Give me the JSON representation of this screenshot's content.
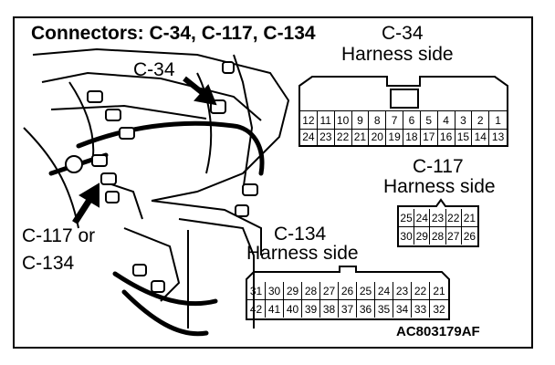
{
  "title": "Connectors: C-34, C-117, C-134",
  "figure_id": "AC803179AF",
  "labels": {
    "c34_arrow": "C-34",
    "c117_or": "C-117 or",
    "c134_or": "C-134"
  },
  "connectors": {
    "c34": {
      "name": "C-34",
      "side": "Harness side",
      "row1": [
        "12",
        "11",
        "10",
        "9",
        "8",
        "7",
        "6",
        "5",
        "4",
        "3",
        "2",
        "1"
      ],
      "row2": [
        "24",
        "23",
        "22",
        "21",
        "20",
        "19",
        "18",
        "17",
        "16",
        "15",
        "14",
        "13"
      ]
    },
    "c117": {
      "name": "C-117",
      "side": "Harness side",
      "row1": [
        "25",
        "24",
        "23",
        "22",
        "21"
      ],
      "row2": [
        "30",
        "29",
        "28",
        "27",
        "26"
      ]
    },
    "c134": {
      "name": "C-134",
      "side": "Harness side",
      "row1": [
        "31",
        "30",
        "29",
        "28",
        "27",
        "26",
        "25",
        "24",
        "23",
        "22",
        "21"
      ],
      "row2": [
        "42",
        "41",
        "40",
        "39",
        "38",
        "37",
        "36",
        "35",
        "34",
        "33",
        "32"
      ]
    }
  }
}
